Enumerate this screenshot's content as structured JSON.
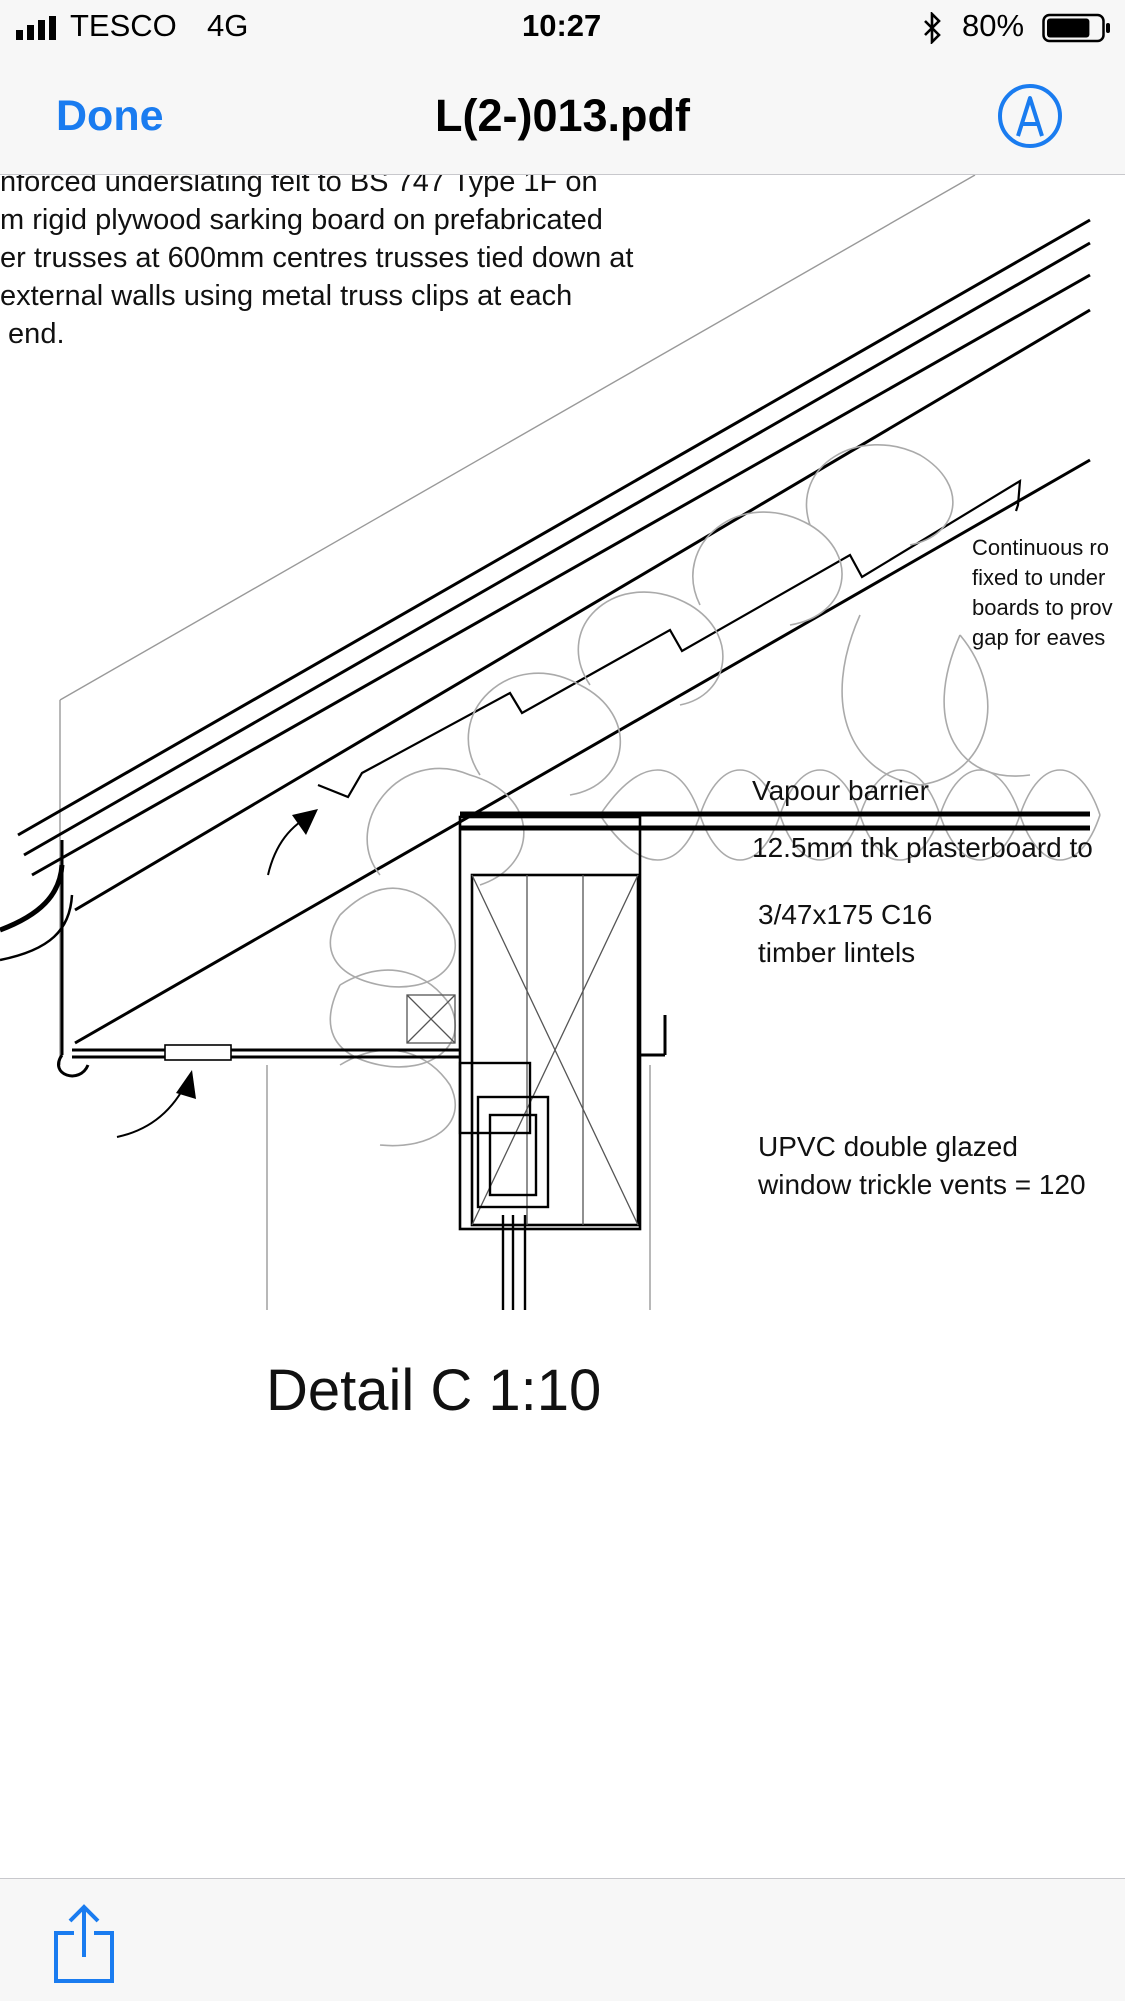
{
  "status": {
    "carrier": "TESCO",
    "network": "4G",
    "time": "10:27",
    "battery": "80%",
    "battery_level": 0.8,
    "icons": [
      "signal-bars-icon",
      "bluetooth-icon",
      "battery-icon"
    ]
  },
  "nav": {
    "done_label": "Done",
    "title": "L(2-)013.pdf",
    "markup_icon": "markup-pen-icon",
    "accent": "#1a7cf0"
  },
  "drawing": {
    "roof_note": [
      "nforced underslating felt to BS 747 Type 1F on",
      "m rigid plywood sarking board on prefabricated",
      "er trusses at 600mm centres trusses tied down at",
      "external walls using metal  truss clips at each",
      " end."
    ],
    "continuous_note": [
      "Continuous ro",
      "fixed to under",
      "boards to prov",
      "gap for eaves"
    ],
    "vapour_barrier": "Vapour barrier",
    "plasterboard": "12.5mm thk plasterboard to",
    "lintel_note": [
      "3/47x175 C16",
      "timber lintels"
    ],
    "upvc_note": [
      "UPVC double glazed",
      "window trickle vents = 120"
    ],
    "caption": "Detail C 1:10"
  },
  "toolbar": {
    "share_icon": "share-icon"
  }
}
